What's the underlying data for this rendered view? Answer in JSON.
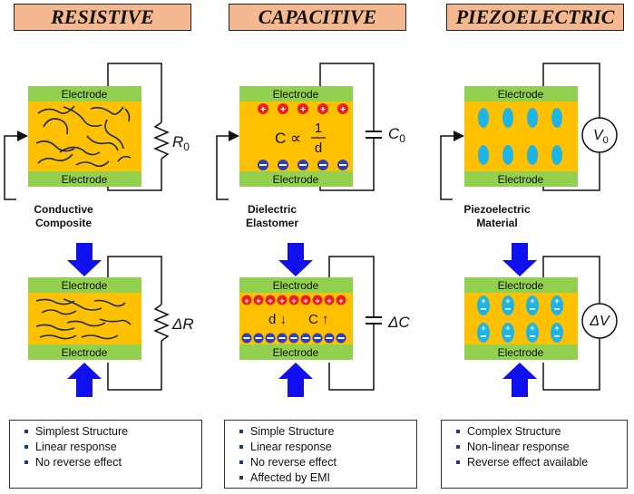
{
  "colors": {
    "title_bg": "#f6b98f",
    "electrode": "#92d050",
    "material": "#ffc000",
    "arrow": "#1010ee",
    "positive_charge": "#e8201c",
    "negative_charge": "#2f3fb8",
    "dipole": "#1fb4e6"
  },
  "columns": [
    {
      "title": "RESISTIVE",
      "top_panel": {
        "electrode_top": "Electrode",
        "electrode_bottom": "Electrode",
        "component_symbol": "R",
        "component_subscript": "0",
        "material_label_line1": "Conductive",
        "material_label_line2": "Composite"
      },
      "bottom_panel": {
        "electrode_top": "Electrode",
        "electrode_bottom": "Electrode",
        "component_label": "ΔR"
      },
      "notes": [
        "Simplest Structure",
        "Linear response",
        "No reverse effect"
      ]
    },
    {
      "title": "CAPACITIVE",
      "top_panel": {
        "electrode_top": "Electrode",
        "electrode_bottom": "Electrode",
        "component_symbol": "C",
        "component_subscript": "0",
        "formula_lhs": "C ∝",
        "formula_numerator": "1",
        "formula_denominator": "d",
        "material_label_line1": "Dielectric",
        "material_label_line2": "Elastomer"
      },
      "bottom_panel": {
        "electrode_top": "Electrode",
        "electrode_bottom": "Electrode",
        "component_label": "ΔC",
        "annotation_left": "d ↓",
        "annotation_right": "C ↑"
      },
      "notes": [
        "Simple Structure",
        "Linear response",
        "No reverse effect",
        "Affected by EMI"
      ]
    },
    {
      "title": "PIEZOELECTRIC",
      "top_panel": {
        "electrode_top": "Electrode",
        "electrode_bottom": "Electrode",
        "component_symbol": "V",
        "component_subscript": "0",
        "material_label_line1": "Piezoelectric",
        "material_label_line2": "Material"
      },
      "bottom_panel": {
        "electrode_top": "Electrode",
        "electrode_bottom": "Electrode",
        "component_label": "ΔV"
      },
      "notes": [
        "Complex Structure",
        "Non-linear response",
        "Reverse effect available"
      ]
    }
  ]
}
